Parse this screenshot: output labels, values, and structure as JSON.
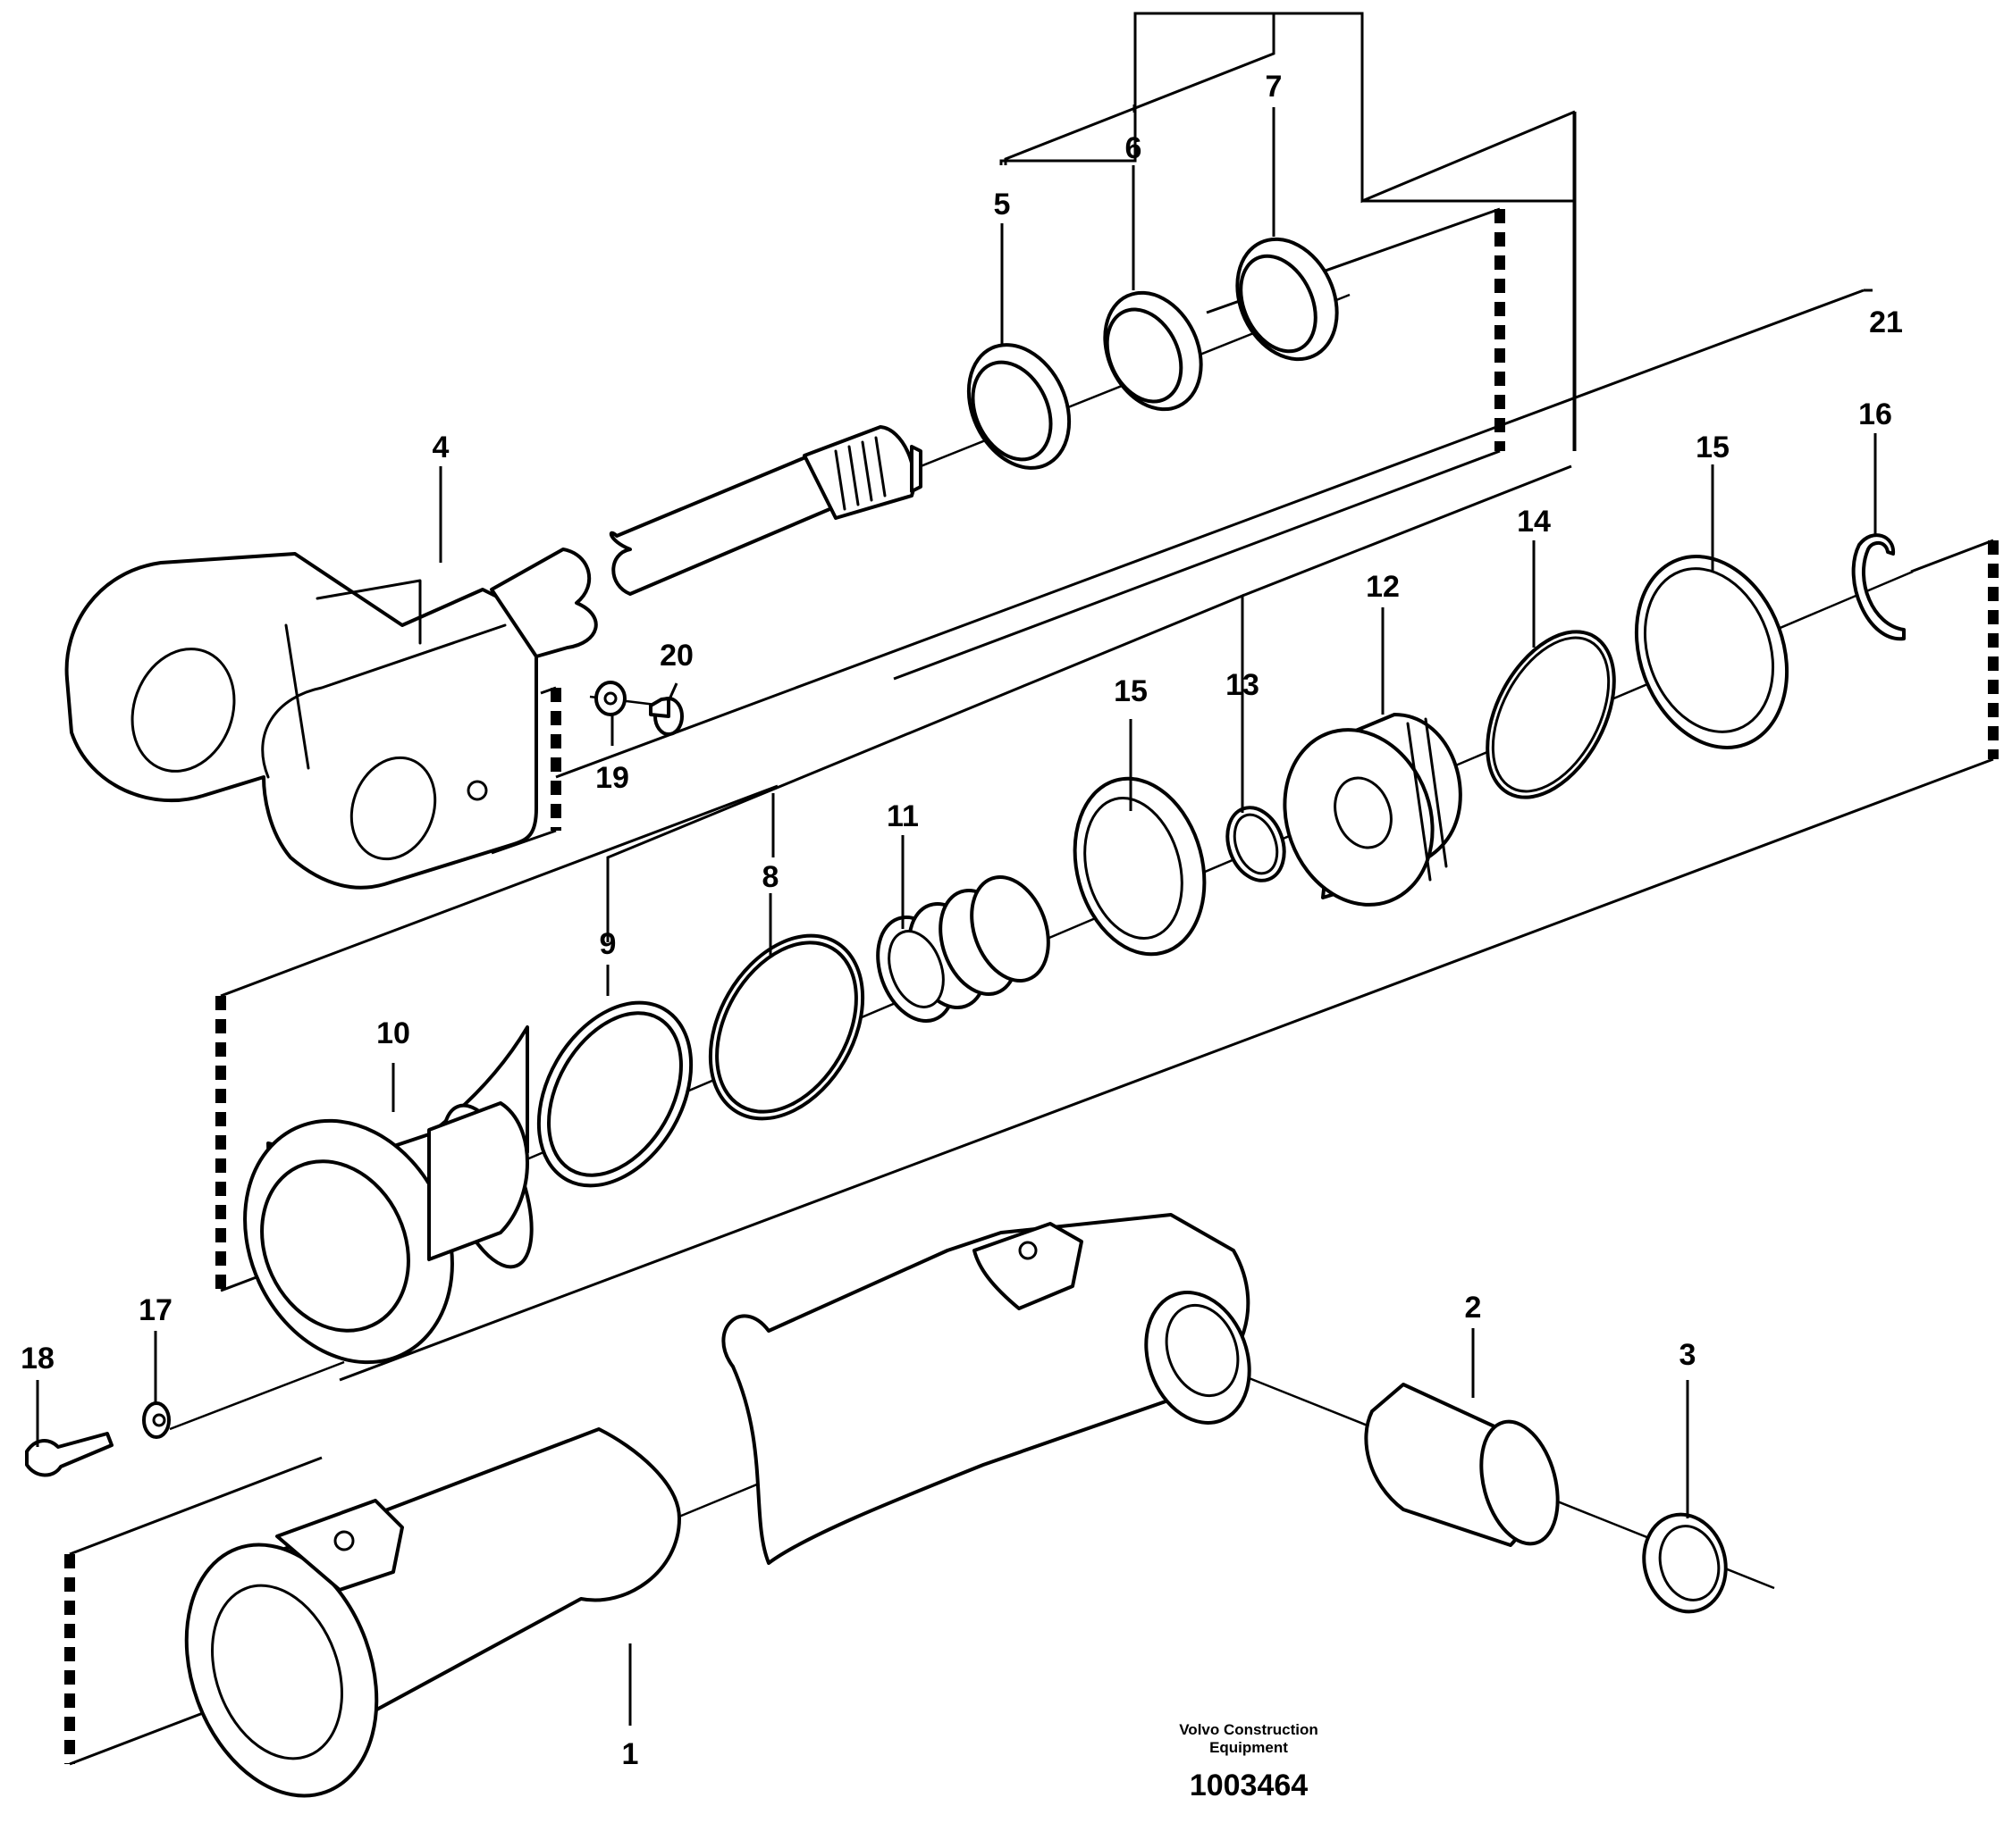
{
  "callouts": [
    "1",
    "2",
    "3",
    "4",
    "5",
    "6",
    "7",
    "8",
    "9",
    "10",
    "11",
    "12",
    "13",
    "14",
    "15",
    "15",
    "16",
    "17",
    "18",
    "19",
    "20",
    "21"
  ],
  "credit": {
    "line1": "Volvo Construction",
    "line2": "Equipment"
  },
  "drawing_number": "1003464"
}
